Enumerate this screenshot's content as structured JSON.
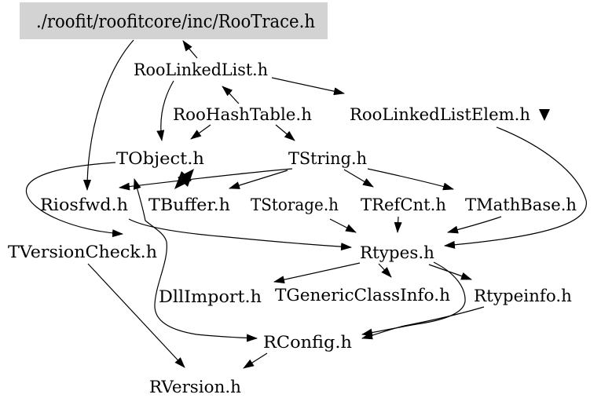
{
  "diagram": {
    "type": "include-dependency-graph",
    "root_box_fill": "#d3d3d3",
    "edge_color": "#000000",
    "text_color": "#000000"
  },
  "nodes": [
    {
      "id": "rootrace",
      "label": "./roofit/roofitcore/inc/RooTrace.h",
      "is_root": true
    },
    {
      "id": "roolinkedlist",
      "label": "RooLinkedList.h"
    },
    {
      "id": "roohashtable",
      "label": "RooHashTable.h"
    },
    {
      "id": "roolinkedlistelem",
      "label": "RooLinkedListElem.h"
    },
    {
      "id": "tobject",
      "label": "TObject.h"
    },
    {
      "id": "tstring",
      "label": "TString.h"
    },
    {
      "id": "riosfwd",
      "label": "Riosfwd.h"
    },
    {
      "id": "tbuffer",
      "label": "TBuffer.h"
    },
    {
      "id": "tstorage",
      "label": "TStorage.h"
    },
    {
      "id": "trefcnt",
      "label": "TRefCnt.h"
    },
    {
      "id": "tmathbase",
      "label": "TMathBase.h"
    },
    {
      "id": "tversioncheck",
      "label": "TVersionCheck.h"
    },
    {
      "id": "rtypes",
      "label": "Rtypes.h"
    },
    {
      "id": "dllimport",
      "label": "DllImport.h"
    },
    {
      "id": "tgenericclassinfo",
      "label": "TGenericClassInfo.h"
    },
    {
      "id": "rtypeinfo",
      "label": "Rtypeinfo.h"
    },
    {
      "id": "rconfig",
      "label": "RConfig.h"
    },
    {
      "id": "rversion",
      "label": "RVersion.h"
    }
  ],
  "edges": [
    {
      "from": "RooLinkedList.h",
      "to": "RooTrace.h"
    },
    {
      "from": "RooTrace.h",
      "to": "Riosfwd.h"
    },
    {
      "from": "RooLinkedList.h",
      "to": "TObject.h"
    },
    {
      "from": "RooHashTable.h",
      "to": "RooLinkedList.h"
    },
    {
      "from": "RooLinkedList.h",
      "to": "RooLinkedListElem.h"
    },
    {
      "from": "RooHashTable.h",
      "to": "TObject.h"
    },
    {
      "from": "RooHashTable.h",
      "to": "TString.h"
    },
    {
      "from": "TObject.h",
      "to": "TVersionCheck.h"
    },
    {
      "from": "TString.h",
      "to": "Riosfwd.h"
    },
    {
      "from": "TString.h",
      "to": "TBuffer.h"
    },
    {
      "from": "TString.h",
      "to": "TRefCnt.h"
    },
    {
      "from": "TString.h",
      "to": "TMathBase.h"
    },
    {
      "from": "TObject.h",
      "to": "TBuffer.h",
      "direction": "both"
    },
    {
      "from": "TStorage.h",
      "to": "Rtypes.h"
    },
    {
      "from": "TRefCnt.h",
      "to": "Rtypes.h"
    },
    {
      "from": "TMathBase.h",
      "to": "Rtypes.h"
    },
    {
      "from": "RooLinkedListElem.h",
      "to": "Rtypes.h"
    },
    {
      "from": "Riosfwd.h",
      "to": "Rtypes.h"
    },
    {
      "from": "TObject.h",
      "to": "RConfig.h",
      "direction": "both"
    },
    {
      "from": "Rtypes.h",
      "to": "DllImport.h"
    },
    {
      "from": "Rtypes.h",
      "to": "TGenericClassInfo.h"
    },
    {
      "from": "Rtypes.h",
      "to": "Rtypeinfo.h"
    },
    {
      "from": "Rtypes.h",
      "to": "RConfig.h"
    },
    {
      "from": "Rtypeinfo.h",
      "to": "RConfig.h"
    },
    {
      "from": "TVersionCheck.h",
      "to": "RVersion.h"
    },
    {
      "from": "RConfig.h",
      "to": "RVersion.h"
    },
    {
      "from": "",
      "to": "RooLinkedListElem.h",
      "note": "downward arrowhead right of label"
    }
  ]
}
